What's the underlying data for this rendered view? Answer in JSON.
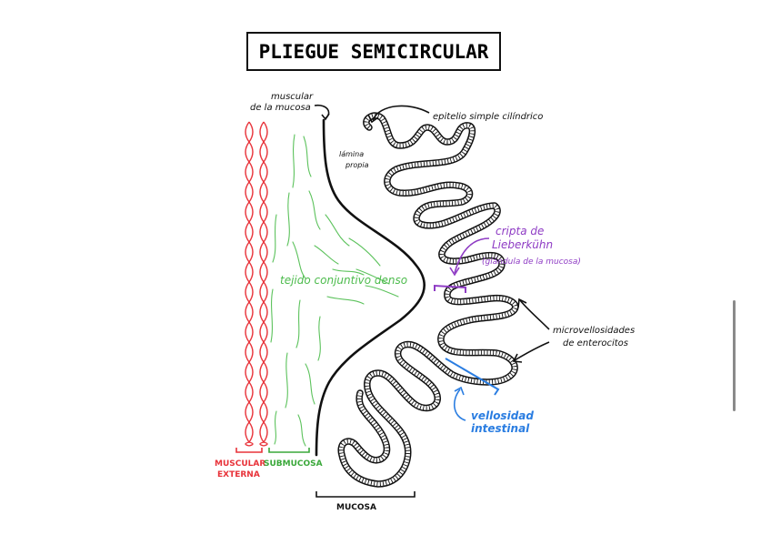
{
  "title": "PLIEGUE SEMICIRCULAR",
  "labels": {
    "muscular_mucosa_1": "muscular",
    "muscular_mucosa_2": "de la mucosa",
    "epitelio": "epitelio simple cilíndrico",
    "lamina_1": "lámina",
    "lamina_2": "propia",
    "cripta_1": "cripta de",
    "cripta_2": "Lieberkühn",
    "cripta_3": "(glándula de la mucosa)",
    "tejido": "tejido conjuntivo denso",
    "microvellosidades_1": "microvellosidades",
    "microvellosidades_2": "de enterocitos",
    "vellosidad_1": "vellosidad",
    "vellosidad_2": "intestinal",
    "muscular_externa_1": "MUSCULAR",
    "muscular_externa_2": "EXTERNA",
    "submucosa": "SUBMUCOSA",
    "mucosa": "MUCOSA"
  },
  "colors": {
    "red": "#e8333a",
    "green": "#4cbb4c",
    "purple": "#8e3bc4",
    "blue": "#2a7de1",
    "ink": "#111111"
  }
}
